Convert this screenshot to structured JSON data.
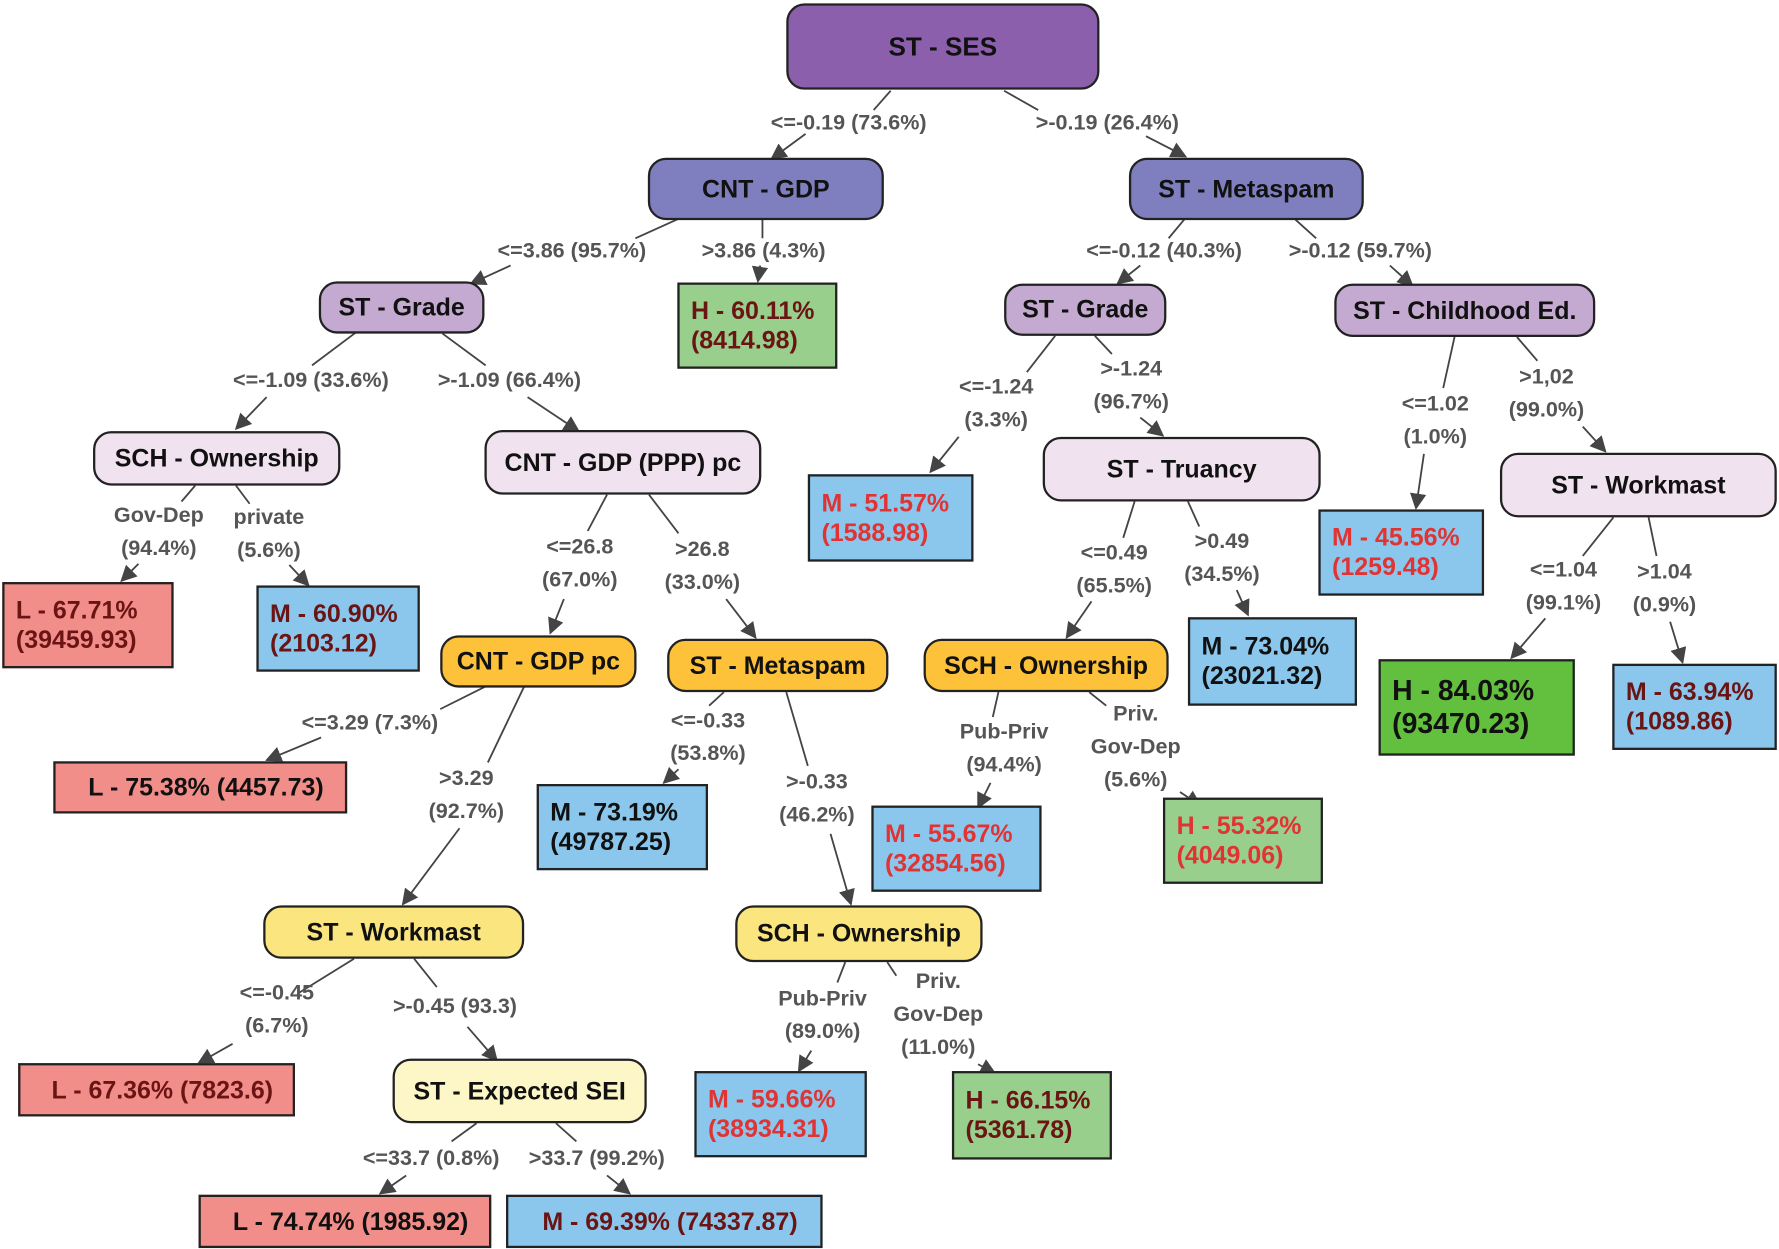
{
  "colors": {
    "root": "#8c5fad",
    "level1": "#7f7fbf",
    "level2": "#c4a9d1",
    "level3": "#f0e2ef",
    "orange": "#fdc23a",
    "yellow": "#fbe57f",
    "pale_yellow": "#fdf7c7",
    "low": "#f28e8a",
    "medium": "#8bc7ec",
    "high": "#99cf8d",
    "high_strong": "#63c03f",
    "text_red": "#e03434",
    "text_maroon": "#6b1414",
    "edge_label": "#555555",
    "line": "#444444"
  },
  "nodes": {
    "root": "ST - SES",
    "cnt_gdp": "CNT - GDP",
    "st_metaspam_1": "ST - Metaspam",
    "st_grade_1": "ST - Grade",
    "st_grade_2": "ST - Grade",
    "st_childhood": "ST - Childhood Ed.",
    "sch_ownership_1": "SCH - Ownership",
    "cnt_gdp_ppp": "CNT - GDP (PPP) pc",
    "st_truancy": "ST - Truancy",
    "st_workmast_1": "ST - Workmast",
    "cnt_gdp_pc": "CNT - GDP pc",
    "st_metaspam_2": "ST - Metaspam",
    "sch_ownership_2": "SCH - Ownership",
    "st_workmast_2": "ST - Workmast",
    "sch_ownership_3": "SCH - Ownership",
    "st_expected_sei": "ST - Expected SEI"
  },
  "leaves": {
    "h_6011": [
      "H - 60.11%",
      "(8414.98)"
    ],
    "m_5157": [
      "M - 51.57%",
      "(1588.98)"
    ],
    "m_4556": [
      "M - 45.56%",
      "(1259.48)"
    ],
    "l_6771": [
      "L - 67.71%",
      "(39459.93)"
    ],
    "m_6090": [
      "M - 60.90%",
      "(2103.12)"
    ],
    "m_7304": [
      "M - 73.04%",
      "(23021.32)"
    ],
    "h_8403": [
      "H - 84.03%",
      "(93470.23)"
    ],
    "m_6394": [
      "M - 63.94%",
      "(1089.86)"
    ],
    "l_7538": "L - 75.38% (4457.73)",
    "m_7319": [
      "M - 73.19%",
      "(49787.25)"
    ],
    "m_5567": [
      "M - 55.67%",
      "(32854.56)"
    ],
    "h_5532": [
      "H - 55.32%",
      "(4049.06)"
    ],
    "l_6736": "L - 67.36% (7823.6)",
    "m_5966": [
      "M - 59.66%",
      "(38934.31)"
    ],
    "h_6615": [
      "H - 66.15%",
      "(5361.78)"
    ],
    "l_7474": "L - 74.74% (1985.92)",
    "m_6939": "M - 69.39% (74337.87)"
  },
  "edges": {
    "ses_le": "<=-0.19 (73.6%)",
    "ses_gt": ">-0.19 (26.4%)",
    "gdp_le": "<=3.86 (95.7%)",
    "gdp_gt": ">3.86 (4.3%)",
    "meta1_le": "<=-0.12 (40.3%)",
    "meta1_gt": ">-0.12 (59.7%)",
    "grade1_le": "<=-1.09 (33.6%)",
    "grade1_gt": ">-1.09 (66.4%)",
    "grade2_le": [
      "<=-1.24",
      "(3.3%)"
    ],
    "grade2_gt": [
      ">-1.24",
      "(96.7%)"
    ],
    "child_le": [
      "<=1.02",
      "(1.0%)"
    ],
    "child_gt": [
      ">1,02",
      "(99.0%)"
    ],
    "own1_gov": [
      "Gov-Dep",
      "(94.4%)"
    ],
    "own1_priv": [
      "private",
      "(5.6%)"
    ],
    "ppp_le": [
      "<=26.8",
      "(67.0%)"
    ],
    "ppp_gt": [
      ">26.8",
      "(33.0%)"
    ],
    "truancy_le": [
      "<=0.49",
      "(65.5%)"
    ],
    "truancy_gt": [
      ">0.49",
      "(34.5%)"
    ],
    "work1_le": [
      "<=1.04",
      "(99.1%)"
    ],
    "work1_gt": [
      ">1.04",
      "(0.9%)"
    ],
    "gdppc_le": "<=3.29 (7.3%)",
    "gdppc_gt": [
      ">3.29",
      "(92.7%)"
    ],
    "meta2_le": [
      "<=-0.33",
      "(53.8%)"
    ],
    "meta2_gt": [
      ">-0.33",
      "(46.2%)"
    ],
    "own2_pub": [
      "Pub-Priv",
      "(94.4%)"
    ],
    "own2_priv": [
      "Priv.",
      "Gov-Dep",
      "(5.6%)"
    ],
    "work2_le": [
      "<=-0.45",
      "(6.7%)"
    ],
    "work2_gt": ">-0.45 (93.3)",
    "own3_pub": [
      "Pub-Priv",
      "(89.0%)"
    ],
    "own3_priv": [
      "Priv.",
      "Gov-Dep",
      "(11.0%)"
    ],
    "sei_le": "<=33.7 (0.8%)",
    "sei_gt": ">33.7 (99.2%)"
  }
}
